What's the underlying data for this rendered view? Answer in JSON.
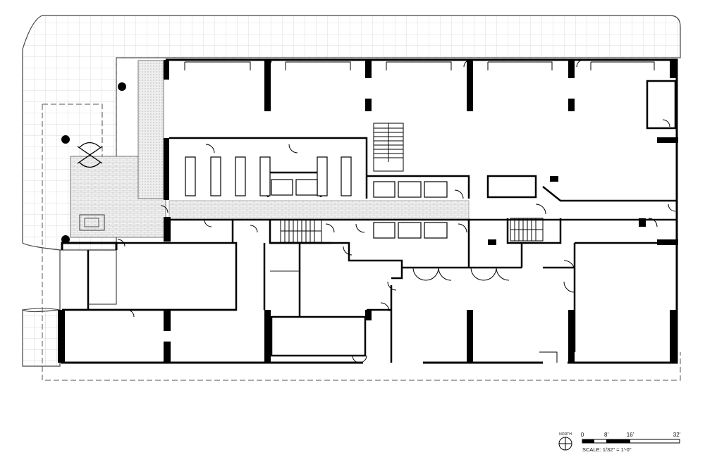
{
  "legend": {
    "north_label": "NORTH",
    "scale_text": "SCALE: 1/32\" = 1'-0\"",
    "ticks": [
      "0",
      "8'",
      "16'",
      "32'"
    ]
  },
  "colors": {
    "wall": "#000000",
    "line": "#222222",
    "grid": "#d6d6d6",
    "paving": "#e8e8e8"
  },
  "icons": [
    "north-arrow-icon",
    "scale-bar-icon",
    "stair-icon",
    "door-swing-icon",
    "column-icon"
  ]
}
